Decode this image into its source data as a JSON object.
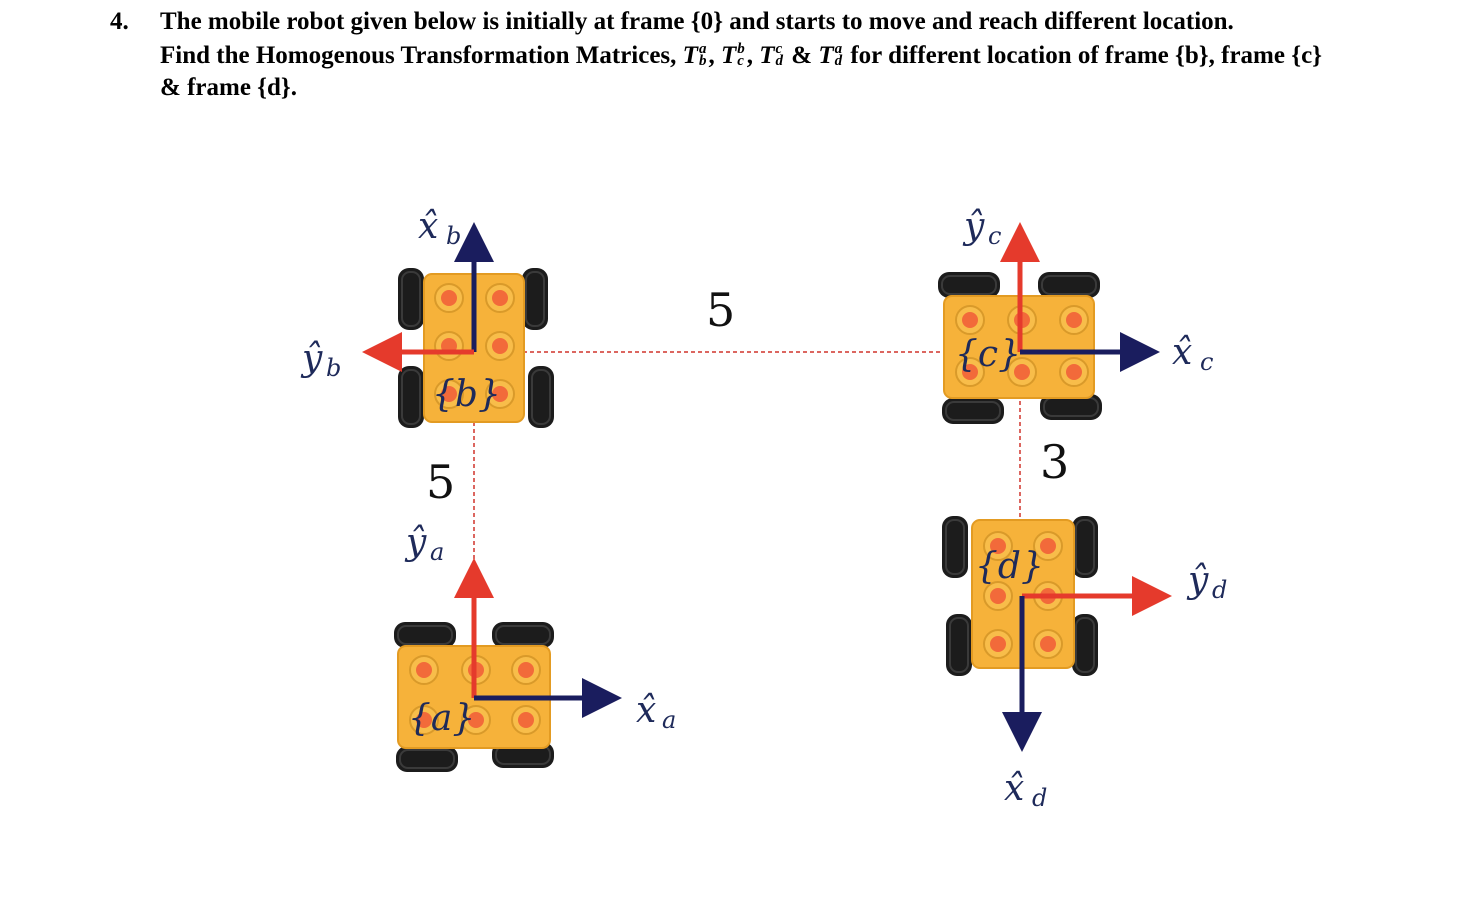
{
  "question": {
    "number": "4.",
    "line1": "The mobile robot given below is initially at frame {0} and starts to move and reach different location.",
    "line2_prefix": "Find the Homogenous Transformation Matrices,",
    "line2_suffix": "for different location of frame {b}, frame {c}",
    "line3": "& frame {d}.",
    "matrices": [
      {
        "sym": "T",
        "sup": "a",
        "sub": "b",
        "sep": ","
      },
      {
        "sym": "T",
        "sup": "b",
        "sub": "c",
        "sep": ","
      },
      {
        "sym": "T",
        "sup": "c",
        "sub": "d",
        "sep": " &"
      },
      {
        "sym": "T",
        "sup": "a",
        "sub": "d",
        "sep": ""
      }
    ]
  },
  "diagram": {
    "dimensions": {
      "top": "5",
      "left": "5",
      "right": "3"
    },
    "frames": {
      "a": {
        "label": "{a}",
        "x_axis": "x̂",
        "x_sub": "a",
        "y_axis": "ŷ",
        "y_sub": "a"
      },
      "b": {
        "label": "{b}",
        "x_axis": "x̂",
        "x_sub": "b",
        "y_axis": "ŷ",
        "y_sub": "b"
      },
      "c": {
        "label": "{c}",
        "x_axis": "x̂",
        "x_sub": "c",
        "y_axis": "ŷ",
        "y_sub": "c"
      },
      "d": {
        "label": "{d}",
        "x_axis": "x̂",
        "x_sub": "d",
        "y_axis": "ŷ",
        "y_sub": "d"
      }
    },
    "colors": {
      "x_axis": "#1a1d5e",
      "y_axis": "#e53a2c",
      "dashed": "#d0342c",
      "robot_body": "#f6b23a",
      "wheel": "#1c1c1c"
    }
  }
}
